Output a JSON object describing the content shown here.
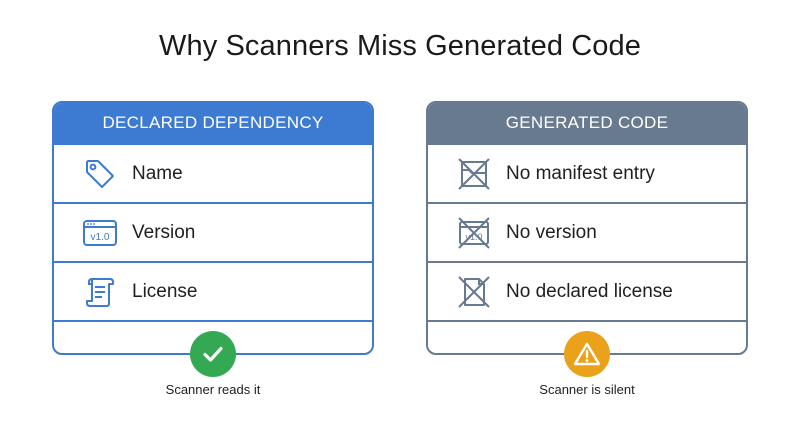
{
  "title": "Why Scanners Miss Generated Code",
  "left_card": {
    "header": "DECLARED DEPENDENCY",
    "rows": [
      {
        "icon": "tag-icon",
        "label": "Name"
      },
      {
        "icon": "version-icon",
        "label": "Version",
        "icon_text": "v1.0"
      },
      {
        "icon": "license-scroll-icon",
        "label": "License"
      }
    ],
    "caption": "Scanner reads it",
    "badge_icon": "checkmark-icon",
    "color": "#3d7bd3"
  },
  "right_card": {
    "header": "GENERATED CODE",
    "rows": [
      {
        "icon": "crossed-manifest-icon",
        "label": "No manifest entry"
      },
      {
        "icon": "crossed-version-icon",
        "label": "No version",
        "icon_text": "v1.0"
      },
      {
        "icon": "crossed-license-icon",
        "label": "No declared license"
      }
    ],
    "caption": "Scanner is silent",
    "badge_icon": "warning-icon",
    "color": "#687a8f"
  },
  "colors": {
    "success": "#34a853",
    "warning": "#e9a21a"
  }
}
